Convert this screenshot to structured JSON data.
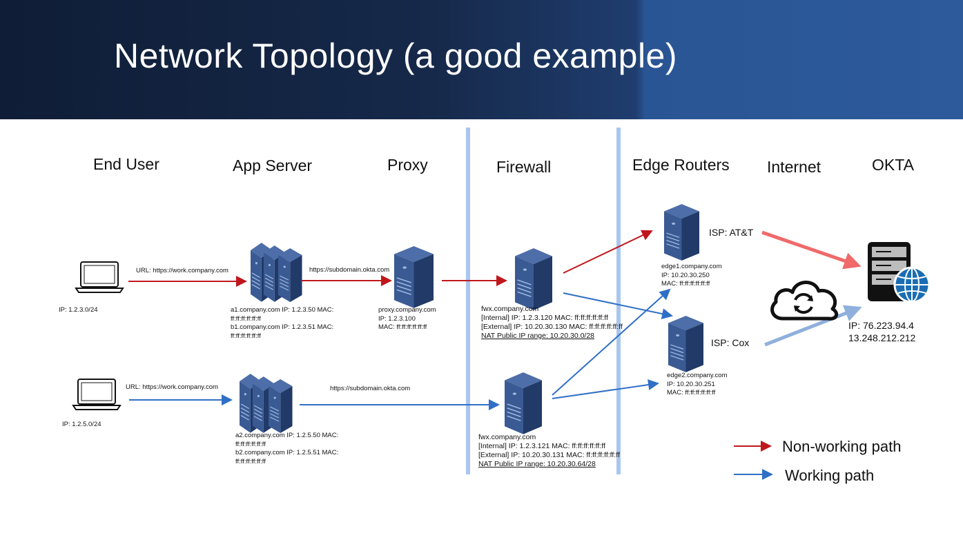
{
  "header": {
    "title": "Network Topology (a good example)"
  },
  "columns": {
    "end_user": "End User",
    "app_server": "App Server",
    "proxy": "Proxy",
    "firewall": "Firewall",
    "edge_routers": "Edge Routers",
    "internet": "Internet",
    "okta": "OKTA"
  },
  "top_path": {
    "user_ip": "IP: 1.2.3.0/24",
    "url_label": "URL: https://work.company.com",
    "app_line1": "a1.company.com IP: 1.2.3.50 MAC:",
    "app_line2": "ff:ff:ff:ff:ff:ff",
    "app_line3": "b1.company.com IP: 1.2.3.51 MAC:",
    "app_line4": "ff:ff:ff:ff:ff:ff",
    "proxy_url": "https://subdomain.okta.com",
    "proxy_line1": "proxy.company.com",
    "proxy_line2": "IP: 1.2.3.100",
    "proxy_line3": "MAC: ff:ff:ff:ff:ff:ff",
    "fw_line1": "fwx.company.com",
    "fw_line2": "[Internal] IP: 1.2.3.120 MAC: ff:ff:ff:ff:ff:ff",
    "fw_line3": "[External] IP: 10.20.30.130 MAC: ff:ff:ff:ff:ff:ff",
    "fw_line4": "NAT Public IP range: 10.20.30.0/28"
  },
  "bottom_path": {
    "user_ip": "IP: 1.2.5.0/24",
    "url_label": "URL:  https://work.company.com",
    "app_line1": "a2.company.com IP: 1.2.5.50 MAC:",
    "app_line2": "ff:ff:ff:ff:ff:ff",
    "app_line3": "b2.company.com IP: 1.2.5.51 MAC:",
    "app_line4": "ff:ff:ff:ff:ff:ff",
    "proxy_url": "https://subdomain.okta.com",
    "fw_line1": "fwx.company.com",
    "fw_line2": "[Internal] IP: 1.2.3.121 MAC: ff:ff:ff:ff:ff:ff",
    "fw_line3": "[External] IP: 10.20.30.131 MAC: ff:ff:ff:ff:ff:ff",
    "fw_line4": "NAT Public IP range: 10.20.30.64/28"
  },
  "edge1": {
    "isp": "ISP: AT&T",
    "line1": "edge1.company.com",
    "line2": "IP: 10.20.30.250",
    "line3": "MAC: ff:ff:ff:ff:ff:ff"
  },
  "edge2": {
    "isp": "ISP: Cox",
    "line1": "edge2.company.com",
    "line2": "IP: 10.20.30.251",
    "line3": "MAC: ff:ff:ff:ff:ff:ff"
  },
  "okta": {
    "ip1": "IP: 76.223.94.4",
    "ip2": "13.248.212.212"
  },
  "legend": {
    "non_working": "Non-working path",
    "working": "Working path"
  },
  "icons": [
    "laptop-icon",
    "server-rack-icon",
    "server-icon",
    "cloud-sync-icon",
    "okta-server-globe-icon"
  ],
  "colors": {
    "non_working": "#c0171c",
    "working": "#2f6fc6",
    "okta_arrow_red": "#f06a6a",
    "okta_arrow_blue": "#8fb0dd",
    "divider": "#a9c6ee",
    "server": "#2f4d86"
  }
}
